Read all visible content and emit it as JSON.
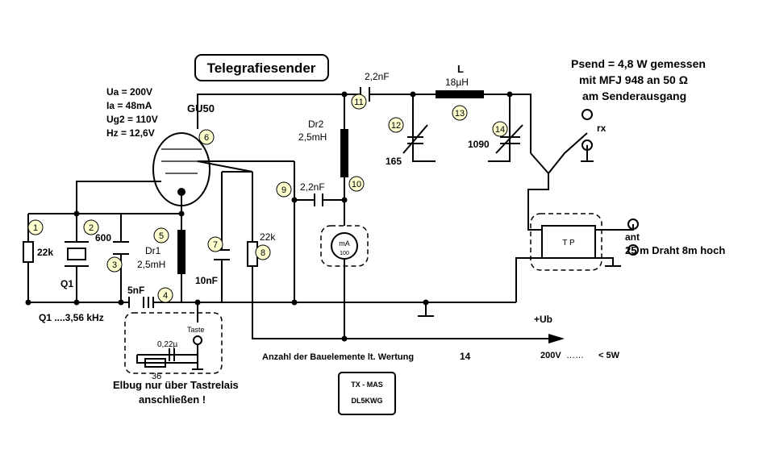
{
  "title": "Telegrafiesender",
  "tube": {
    "name": "GU50",
    "specs": [
      "Ua = 200V",
      "Ia = 48mA",
      "Ug2 = 110V",
      "Hz = 12,6V"
    ]
  },
  "power_note": [
    "Psend = 4,8 W gemessen",
    "mit MFJ 948 an 50 Ω",
    "am Senderausgang"
  ],
  "components": {
    "c_out": "2,2nF",
    "l_label": "L",
    "l_value": "18µH",
    "dr2_name": "Dr2",
    "dr2_value": "2,5mH",
    "dr1_name": "Dr1",
    "dr1_value": "2,5mH",
    "c_grid": "2,2nF",
    "c12": "165",
    "c14": "1090",
    "r1": "22k",
    "q1": "Q1",
    "c3": "600",
    "c4": "5nF",
    "c7": "10nF",
    "r8": "22k",
    "c_key": "0,22µ",
    "r_key": "36",
    "key": "Taste",
    "meter": "mA",
    "meter_range": "100",
    "tp": "T P",
    "rx": "rx",
    "ant": "ant"
  },
  "numbers": [
    "1",
    "2",
    "3",
    "4",
    "5",
    "6",
    "7",
    "8",
    "9",
    "10",
    "11",
    "12",
    "13",
    "14"
  ],
  "labels": {
    "crystal": "Q1 ....3,56 kHz",
    "wire": "25 m Draht 8m hoch",
    "ub": "+Ub",
    "ub_value": "200V",
    "power": "< 5W",
    "count": "Anzahl der Bauelemente lt. Wertung",
    "count_value": "14",
    "warning": [
      "Elbug nur über Tastrelais",
      "anschließen !"
    ]
  },
  "callsign": [
    "TX - MAS",
    "DL5KWG"
  ]
}
